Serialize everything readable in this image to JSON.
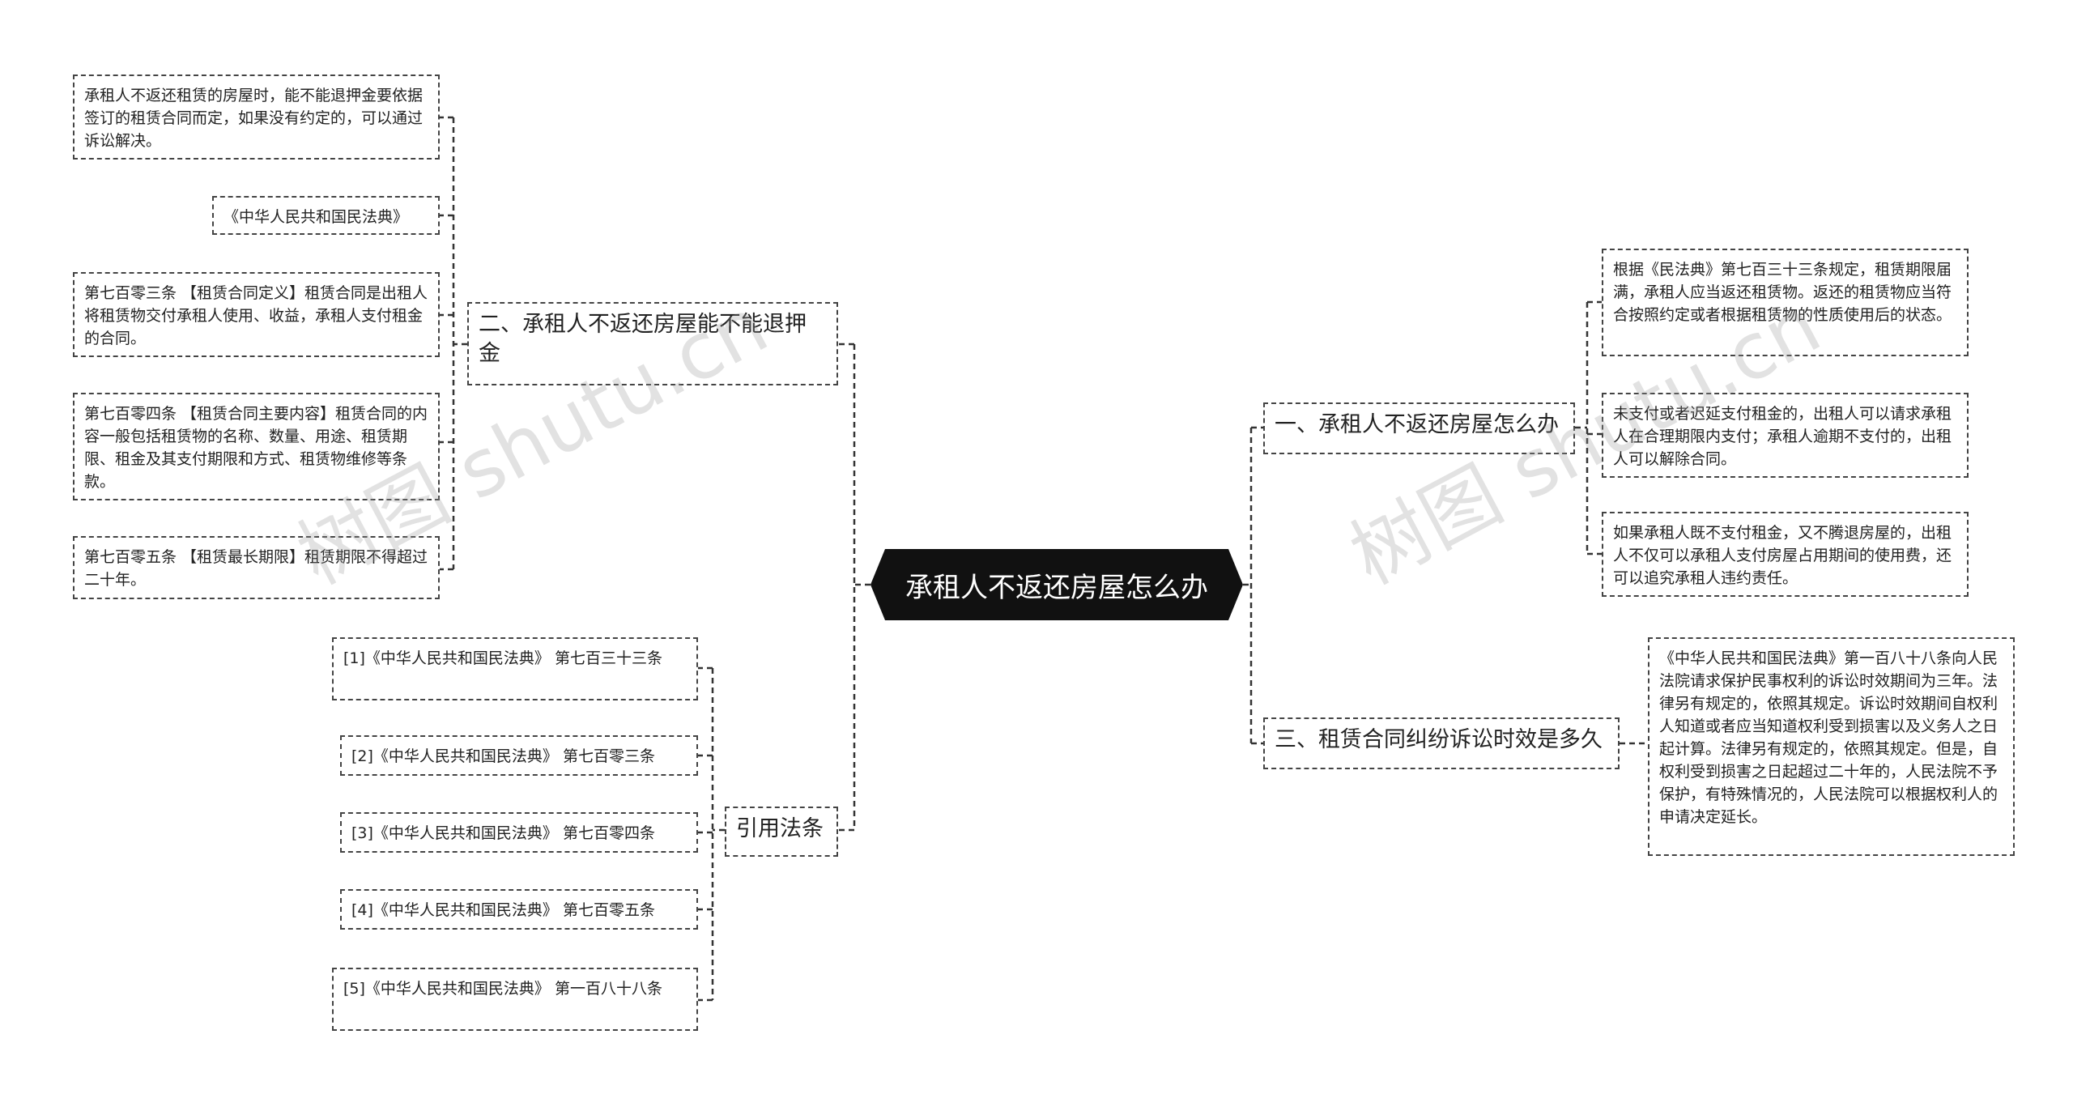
{
  "root": {
    "title": "承租人不返还房屋怎么办"
  },
  "branches": {
    "b2": {
      "label": "二、承租人不返还房屋能不能退押金",
      "leaves": [
        "承租人不返还租赁的房屋时，能不能退押金要依据签订的租赁合同而定，如果没有约定的，可以通过诉讼解决。",
        "《中华人民共和国民法典》",
        "第七百零三条 【租赁合同定义】租赁合同是出租人将租赁物交付承租人使用、收益，承租人支付租金的合同。",
        "第七百零四条 【租赁合同主要内容】租赁合同的内容一般包括租赁物的名称、数量、用途、租赁期限、租金及其支付期限和方式、租赁物维修等条款。",
        "第七百零五条 【租赁最长期限】租赁期限不得超过二十年。"
      ]
    },
    "cite": {
      "label": "引用法条",
      "leaves": [
        "[1]《中华人民共和国民法典》 第七百三十三条",
        "[2]《中华人民共和国民法典》 第七百零三条",
        "[3]《中华人民共和国民法典》 第七百零四条",
        "[4]《中华人民共和国民法典》 第七百零五条",
        "[5]《中华人民共和国民法典》 第一百八十八条"
      ]
    },
    "b1": {
      "label": "一、承租人不返还房屋怎么办",
      "leaves": [
        "根据《民法典》第七百三十三条规定，租赁期限届满，承租人应当返还租赁物。返还的租赁物应当符合按照约定或者根据租赁物的性质使用后的状态。",
        "未支付或者迟延支付租金的，出租人可以请求承租人在合理期限内支付；承租人逾期不支付的，出租人可以解除合同。",
        "如果承租人既不支付租金，又不腾退房屋的，出租人不仅可以承租人支付房屋占用期间的使用费，还可以追究承租人违约责任。"
      ]
    },
    "b3": {
      "label": "三、租赁合同纠纷诉讼时效是多久",
      "leaves": [
        "《中华人民共和国民法典》第一百八十八条向人民法院请求保护民事权利的诉讼时效期间为三年。法律另有规定的，依照其规定。诉讼时效期间自权利人知道或者应当知道权利受到损害以及义务人之日起计算。法律另有规定的，依照其规定。但是，自权利受到损害之日起超过二十年的，人民法院不予保护，有特殊情况的，人民法院可以根据权利人的申请决定延长。"
      ]
    }
  },
  "watermark": "树图 shutu.cn"
}
